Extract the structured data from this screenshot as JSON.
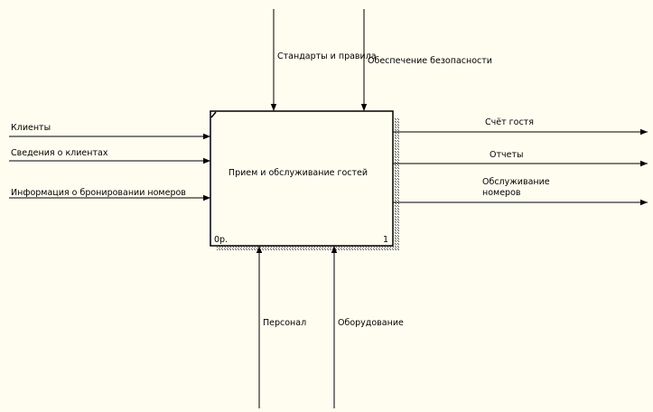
{
  "activity": {
    "title": "Прием и обслуживание гостей",
    "cost": "0р.",
    "number": "1"
  },
  "controls": [
    {
      "label": "Стандарты и правила"
    },
    {
      "label": "Обеспечение безопасности"
    }
  ],
  "inputs": [
    {
      "label": "Клиенты"
    },
    {
      "label": "Сведения о клиентах"
    },
    {
      "label": "Информация о бронировании номеров"
    }
  ],
  "outputs": [
    {
      "label": "Счёт гостя"
    },
    {
      "label": "Отчеты"
    },
    {
      "label_line1": "Обслуживание",
      "label_line2": "номеров"
    }
  ],
  "mechanisms": [
    {
      "label": "Персонал"
    },
    {
      "label": "Оборудование"
    }
  ]
}
